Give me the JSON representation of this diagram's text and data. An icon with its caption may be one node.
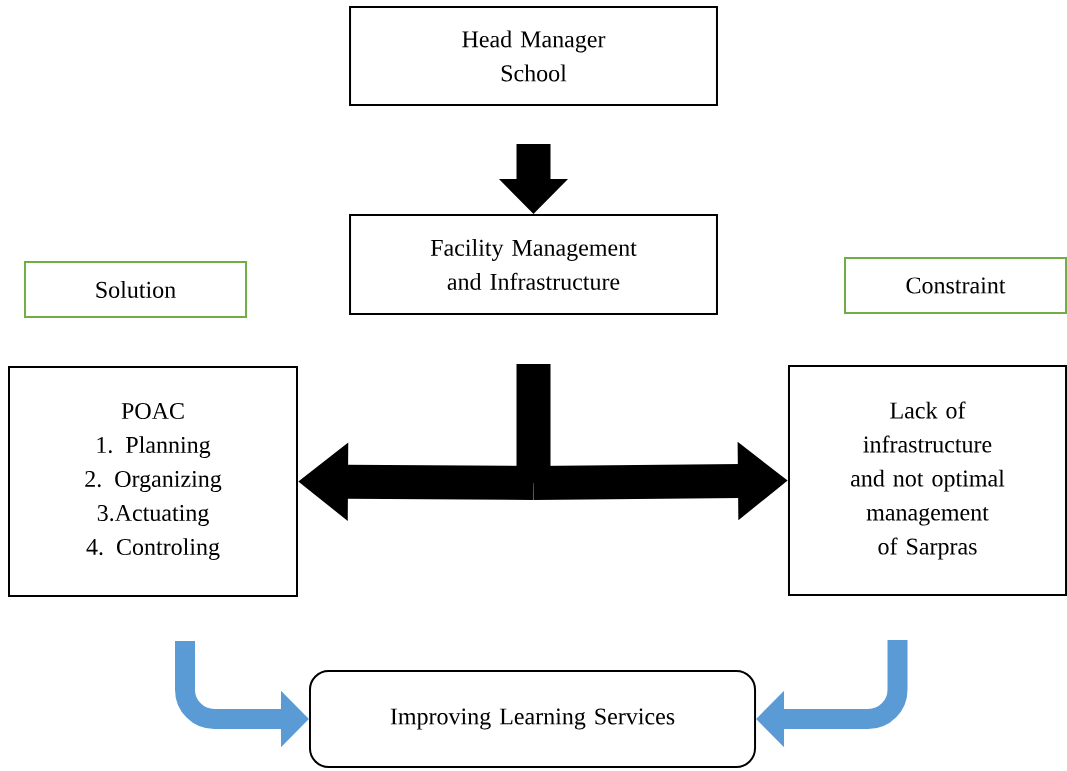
{
  "diagram": {
    "nodes": [
      {
        "text": [
          "Head Manager School"
        ]
      },
      {
        "text": [
          "Facility Management and Infrastructure"
        ]
      },
      {
        "text": [
          "Solution"
        ]
      },
      {
        "text": [
          "Constraint"
        ]
      },
      {
        "text": [
          "POAC",
          "1. Planning",
          "2. Organizing",
          "3.Actuating",
          "4. Controling"
        ]
      },
      {
        "text": [
          "Lack of infrastructure and not optimal management of Sarpras"
        ]
      },
      {
        "text": [
          "Improving Learning Services"
        ]
      }
    ],
    "edges": [
      {
        "from": 0,
        "to": 1,
        "arrow": "to"
      },
      {
        "from": 1,
        "to": 4,
        "arrow": "to"
      },
      {
        "from": 1,
        "to": 5,
        "arrow": "to"
      },
      {
        "from": 4,
        "to": 6,
        "arrow": "to",
        "color": "#5b9bd5"
      },
      {
        "from": 5,
        "to": 6,
        "arrow": "to",
        "color": "#5b9bd5"
      }
    ]
  }
}
